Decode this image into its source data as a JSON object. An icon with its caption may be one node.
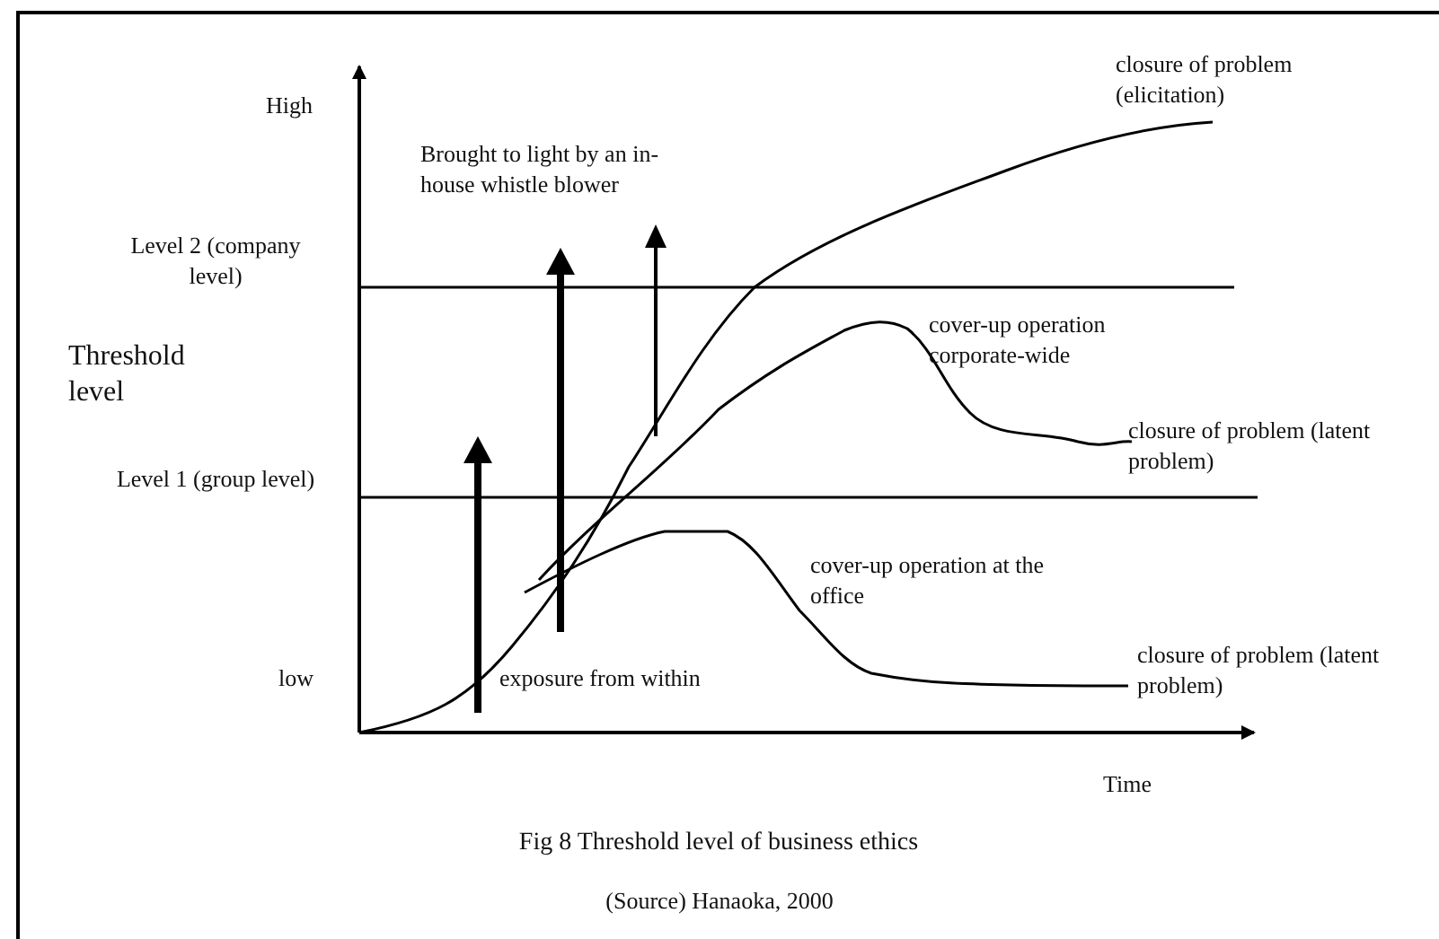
{
  "diagram": {
    "caption": "Fig 8 Threshold level of business ethics",
    "labels": [
      "High",
      "closure of problem (elicitation)",
      "Brought to light by an in- house whistle blower",
      "Level 2 (company level)",
      "Threshold level",
      "cover-up operation corporate-wide",
      "closure of problem (latent problem)",
      "Level 1 (group level)",
      "cover-up operation at the office",
      "low",
      "exposure from within",
      "closure of problem (latent problem)",
      "Time",
      "(Source) Hanaoka, 2000"
    ]
  }
}
